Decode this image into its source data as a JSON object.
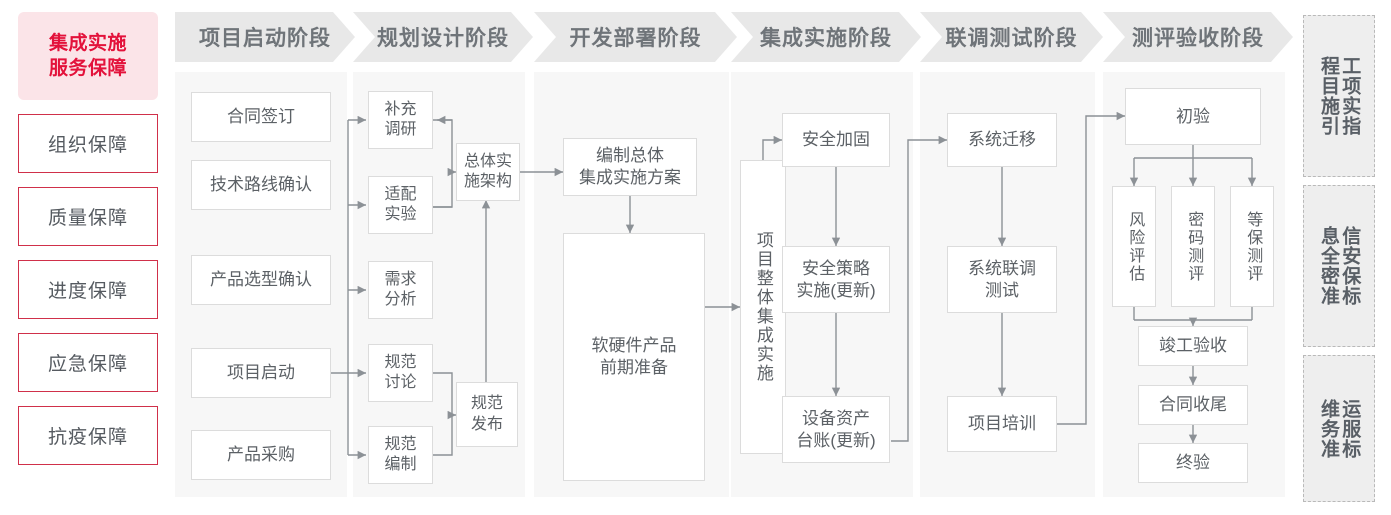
{
  "brand": {
    "line1": "集成实施",
    "line2": "服务保障"
  },
  "guarantees": [
    {
      "label": "组织保障"
    },
    {
      "label": "质量保障"
    },
    {
      "label": "进度保障"
    },
    {
      "label": "应急保障"
    },
    {
      "label": "抗疫保障"
    }
  ],
  "phases": [
    {
      "title": "项目启动阶段"
    },
    {
      "title": "规划设计阶段"
    },
    {
      "title": "开发部署阶段"
    },
    {
      "title": "集成实施阶段"
    },
    {
      "title": "联调测试阶段"
    },
    {
      "title": "测评验收阶段"
    }
  ],
  "nodes": {
    "p1": [
      {
        "label": "合同签订"
      },
      {
        "label": "技术路线确认"
      },
      {
        "label": "产品选型确认"
      },
      {
        "label": "项目启动"
      },
      {
        "label": "产品采购"
      }
    ],
    "p2": [
      {
        "label": "补充\n调研"
      },
      {
        "label": "适配\n实验"
      },
      {
        "label": "需求\n分析"
      },
      {
        "label": "规范\n讨论"
      },
      {
        "label": "规范\n编制"
      },
      {
        "label": "总体实\n施架构"
      },
      {
        "label": "规范\n发布"
      }
    ],
    "p3": [
      {
        "label": "编制总体\n集成实施方案"
      },
      {
        "label": "软硬件产品\n前期准备"
      }
    ],
    "p4": [
      {
        "label": "项目整体集成实施"
      },
      {
        "label": "安全加固"
      },
      {
        "label": "安全策略\n实施(更新)"
      },
      {
        "label": "设备资产\n台账(更新)"
      }
    ],
    "p5": [
      {
        "label": "系统迁移"
      },
      {
        "label": "系统联调\n测试"
      },
      {
        "label": "项目培训"
      }
    ],
    "p6": [
      {
        "label": "初验"
      },
      {
        "label": "风险评估"
      },
      {
        "label": "密码测评"
      },
      {
        "label": "等保测评"
      },
      {
        "label": "竣工验收"
      },
      {
        "label": "合同收尾"
      },
      {
        "label": "终验"
      }
    ]
  },
  "standards": [
    {
      "col_right": "程目施引",
      "col_left": "工项实指",
      "full": "工程项目实施指引"
    },
    {
      "col_right": "息全密准",
      "col_left": "信安保标",
      "full": "信息安全保密标准"
    },
    {
      "col_right": "维务准",
      "col_left": "运服标",
      "full": "运维服务标准"
    }
  ],
  "colors": {
    "brand_red": "#e3123b",
    "brand_pink_bg": "#fbe4e8",
    "guarantee_border": "#d0304a",
    "phase_bg": "#f7f7f7",
    "header_bg": "#e8e8e8",
    "header_text": "#6f7479",
    "node_border": "#dcdcdc",
    "node_text": "#5c6166",
    "arrow": "#8c9196",
    "standard_bg": "#eeeeee",
    "standard_border": "#b9b9b9"
  }
}
